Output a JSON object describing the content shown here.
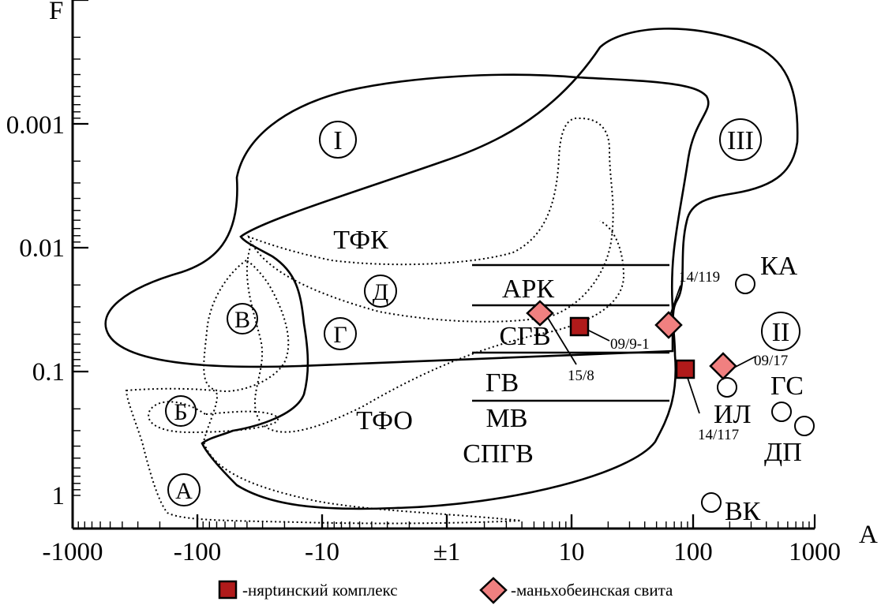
{
  "chart_data": {
    "type": "scatter",
    "x_axis": {
      "label": "A",
      "scale": "symmetric-log",
      "tick_labels": [
        "-1000",
        "-100",
        "-10",
        "±1",
        "10",
        "100",
        "1000"
      ]
    },
    "y_axis": {
      "label": "F",
      "scale": "log-reversed",
      "tick_labels": [
        "0.001",
        "0.01",
        "0.1",
        "1"
      ]
    },
    "fields": {
      "solid_outlined": [
        "I",
        "II",
        "III"
      ],
      "dotted_outlined": [
        "А",
        "Б",
        "В",
        "Г",
        "Д"
      ]
    },
    "region_labels": [
      "ТФК",
      "ТФО",
      "АРК",
      "СГВ",
      "ГВ",
      "МВ",
      "СПГВ"
    ],
    "reference_points": [
      {
        "label": "КА",
        "x": 300,
        "y": 0.02
      },
      {
        "label": "ГС",
        "x": 600,
        "y": 0.22
      },
      {
        "label": "ДП",
        "x": 800,
        "y": 0.28
      },
      {
        "label": "ИЛ",
        "x": 190,
        "y": 0.14
      },
      {
        "label": "ВК",
        "x": 150,
        "y": 1.3
      }
    ],
    "series": [
      {
        "name": "-нярtинский комплекс",
        "marker": "square",
        "color": "#b01a1a",
        "points": [
          {
            "x": 12,
            "y": 0.045,
            "label": "09/9-1"
          },
          {
            "x": 90,
            "y": 0.095,
            "label": "14/117"
          }
        ]
      },
      {
        "name": "-маньхобеинская свита",
        "marker": "diamond",
        "color": "#f08080",
        "points": [
          {
            "x": 6,
            "y": 0.035,
            "label": "15/8"
          },
          {
            "x": 65,
            "y": 0.045,
            "label": "14/119"
          },
          {
            "x": 190,
            "y": 0.09,
            "label": "09/17"
          }
        ]
      }
    ]
  }
}
